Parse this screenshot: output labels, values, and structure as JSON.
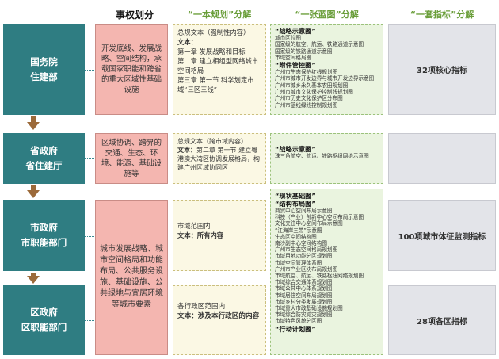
{
  "headers": {
    "power": "事权划分",
    "plan": "“一本规划”分解",
    "blueprint": "“一张蓝图”分解",
    "indicators": "“一套指标”分解"
  },
  "levels": [
    {
      "line1": "国务院",
      "line2": "住建部"
    },
    {
      "line1": "省政府",
      "line2": "省住建厅"
    },
    {
      "line1": "市政府",
      "line2": "市职能部门"
    },
    {
      "line1": "区政府",
      "line2": "区职能部门"
    }
  ],
  "power": [
    "开发底线、发展战略、空间结构，承载国家职能和跨省的重大区域性基础设施",
    "区域协调、跨界的交通、生态、环境、能源、基础设施等",
    "城市发展战略、城市空间格局和功能布局、公共服务设施、基础设施、公共绿地与宜居环境等城市要素"
  ],
  "plan": [
    {
      "line1": "总规文本（强制性内容）",
      "label": "文本：",
      "items": [
        "第一章 发展战略和目标",
        "第二章 建立相组型网络城市空间格局",
        "第三章 第一节 科学划定市域“三区三线”"
      ]
    },
    {
      "line1": "总规文本（跨市域内容）",
      "label": "文本：",
      "items": [
        "第二章 第一节 建立粤港澳大湾区协调发展格局，构建广州区域协同区"
      ]
    },
    {
      "line1": "市域范围内",
      "label": "文本：",
      "items": [
        "所有内容"
      ]
    },
    {
      "line1": "各行政区范围内",
      "label": "文本：",
      "items": [
        "涉及本行政区的内容"
      ]
    }
  ],
  "blueprint": [
    {
      "title": "“战略示意图”",
      "items": [
        "城市区位图",
        "国家级的航空、航运、铁路通道示意图",
        "国家级的铁路通道示意图",
        "市域空间格局图"
      ],
      "title2": "“附件管控图”",
      "items2": [
        "广州市生态保护红线规划图",
        "广州市城市开发边界与城市开发边界示意图",
        "广州市城乡永久基本农田规划图",
        "广州市城市文化保护控制线规划图",
        "广州市历史文化保护区分布图",
        "广州市蓝线绿线控制规划图"
      ]
    },
    {
      "title": "“战略示意图”",
      "items": [
        "珠三角航空、航运、铁路枢纽网络示意图"
      ]
    },
    {
      "title": "“现状基础图”",
      "title2": "“结构布局图”",
      "items": [
        "商贸中心空间布局示意图",
        "科技（产业）创新中心空间布局示意图",
        "文化交往中心空间布局示意图",
        "“江海岸三带”示意图",
        "生态区空间结构图",
        "南沙副中心空间结构图",
        "广州市生态空间格局规划图",
        "市域用地功能分区规划图",
        "市域空间管理体系图",
        "广州市产业区块布局规划图",
        "市域航空、航运、铁路枢纽网络规划图",
        "市域综合交通体系规划图",
        "市域公共中心体系规划图",
        "市域居住空间布局规划图",
        "市域乡村分类发展规划图",
        "市域重大市政基础设施规划图",
        "市域综合防灾减灾规划图",
        "市域特色风貌分区图"
      ],
      "title3": "“行动计划图”"
    }
  ],
  "indicators": [
    "32项核心指标",
    "100项城市体征监测指标",
    "28项各区指标"
  ]
}
